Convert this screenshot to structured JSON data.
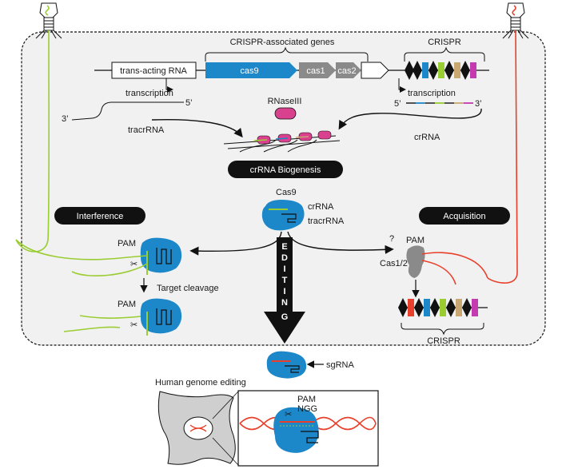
{
  "colors": {
    "cas9": "#1c87c9",
    "cas_gene": "#8a8a8a",
    "green": "#9acd32",
    "red": "#e8402a",
    "pink": "#d9418f",
    "black": "#111111",
    "cell_fill": "#f1f1f1",
    "human_cell": "#cfcfcf",
    "spacers": [
      "#1c87c9",
      "#9acd32",
      "#8a3fa0",
      "#c8a870",
      "#c43ab0",
      "#e8402a"
    ]
  },
  "labels": {
    "cas_genes_header": "CRISPR-associated genes",
    "crispr_header": "CRISPR",
    "trans_acting_rna": "trans-acting RNA",
    "cas9": "cas9",
    "cas1": "cas1",
    "cas2": "cas2",
    "transcription_left": "transcription",
    "transcription_right": "transcription",
    "five_prime_left": "5’",
    "three_prime_left": "3’",
    "five_prime_right": "5’",
    "three_prime_right": "3’",
    "rnaseiii": "RNaseIII",
    "tracrrna": "tracrRNA",
    "crrna": "crRNA",
    "crrna_biogenesis": "crRNA Biogenesis",
    "cas9_protein": "Cas9",
    "crrna_small": "crRNA",
    "tracrrna_small": "tracrRNA",
    "interference": "Interference",
    "acquisition": "Acquisition",
    "pam_interference": "PAM",
    "pam_cleavage": "PAM",
    "target_cleavage": "Target cleavage",
    "question": "?",
    "pam_acquisition": "PAM",
    "cas12": "Cas1/2",
    "crispr_bottom": "CRISPR",
    "editing": [
      "E",
      "D",
      "I",
      "T",
      "I",
      "N",
      "G"
    ],
    "sgrna": "sgRNA",
    "human_genome_editing": "Human genome editing",
    "pam_ngg_1": "PAM",
    "pam_ngg_2": "NGG"
  }
}
